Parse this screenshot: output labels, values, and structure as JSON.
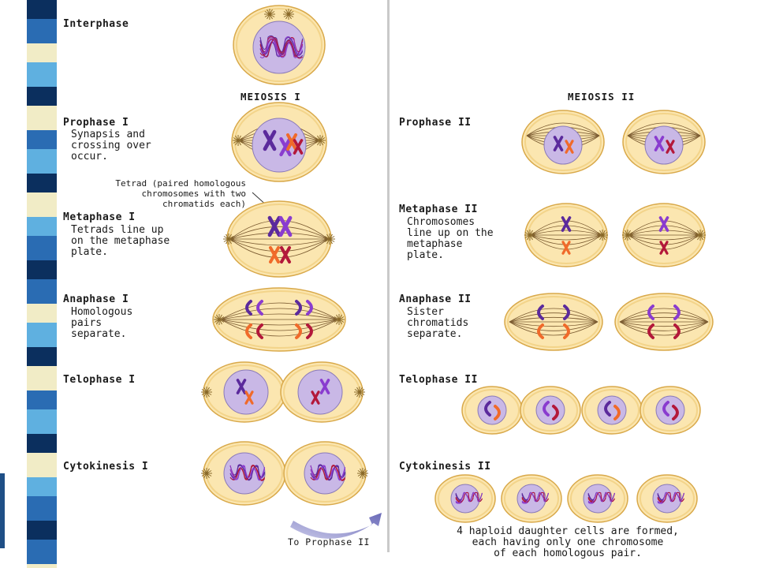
{
  "headers": {
    "meiosis1": "MEIOSIS I",
    "meiosis2": "MEIOSIS II"
  },
  "phases_left": [
    {
      "label": "Interphase",
      "desc": ""
    },
    {
      "label": "Prophase I",
      "desc": "Synapsis and\ncrossing over\noccur."
    },
    {
      "label": "Metaphase I",
      "desc": "Tetrads line up\non the metaphase\nplate."
    },
    {
      "label": "Anaphase I",
      "desc": "Homologous\npairs\nseparate."
    },
    {
      "label": "Telophase I",
      "desc": ""
    },
    {
      "label": "Cytokinesis I",
      "desc": ""
    }
  ],
  "phases_right": [
    {
      "label": "Prophase II",
      "desc": ""
    },
    {
      "label": "Metaphase II",
      "desc": "Chromosomes\nline up on the\nmetaphase\nplate."
    },
    {
      "label": "Anaphase II",
      "desc": "Sister\nchromatids\nseparate."
    },
    {
      "label": "Telophase II",
      "desc": ""
    },
    {
      "label": "Cytokinesis II",
      "desc": ""
    }
  ],
  "tetrad_note": "Tetrad (paired homologous\nchromosomes with two\nchromatids each)",
  "arrow_label": "To Prophase II",
  "final_caption": "4 haploid daughter cells are formed,\neach having only one chromosome\nof each homologous pair.",
  "colors": {
    "cell_fill": "#fbe6b0",
    "cell_stroke": "#d9a94a",
    "nucleus": "#c9b8e6",
    "purple": "#5b2a9c",
    "violet": "#8a3ccf",
    "orange": "#f06a2a",
    "crimson": "#b3183a",
    "stripe_dark": "#0b2f5e",
    "stripe_mid": "#2a6cb3",
    "stripe_light": "#5fb0e0",
    "stripe_cream": "#f1ecc6"
  }
}
